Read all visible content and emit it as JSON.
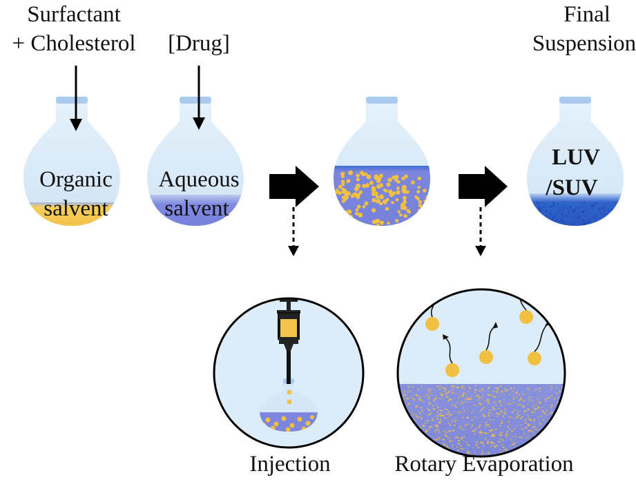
{
  "labels": {
    "surfactant_line1": "Surfactant",
    "surfactant_line2": "+ Cholesterol",
    "drug": "[Drug]",
    "final_line1": "Final",
    "final_line2": "Suspension",
    "organic_line1": "Organic",
    "organic_line2": "salvent",
    "aqueous_line1": "Aqueous",
    "aqueous_line2": "salvent",
    "luv_line1": "LUV",
    "luv_line2": "/SUV",
    "injection": "Injection",
    "rotary": "Rotary Evaporation"
  },
  "colors": {
    "flask_light": "#dcecf8",
    "flask_neck": "#a9cbee",
    "aqueous": "#7d86e0",
    "organic": "#f3c34e",
    "vesicle": "#f2c040",
    "deep_blue": "#2f5fc9",
    "outline": "#000000"
  }
}
